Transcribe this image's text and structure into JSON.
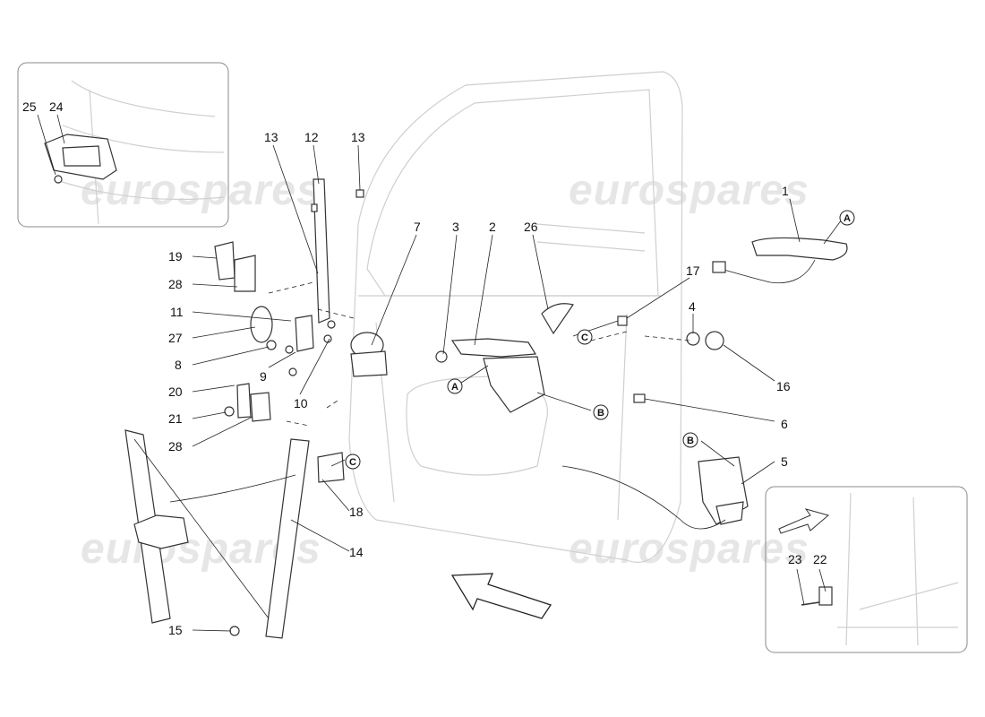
{
  "watermark": "eurospares",
  "callouts": {
    "c1": "1",
    "c2": "2",
    "c3": "3",
    "c4": "4",
    "c5": "5",
    "c6": "6",
    "c7": "7",
    "c8": "8",
    "c9": "9",
    "c10": "10",
    "c11": "11",
    "c12": "12",
    "c13a": "13",
    "c13b": "13",
    "c14": "14",
    "c15": "15",
    "c16": "16",
    "c17": "17",
    "c18": "18",
    "c19": "19",
    "c20": "20",
    "c21": "21",
    "c22": "22",
    "c23": "23",
    "c24": "24",
    "c25": "25",
    "c26": "26",
    "c27": "27",
    "c28a": "28",
    "c28b": "28"
  },
  "refs": {
    "a1": "A",
    "a2": "A",
    "b1": "B",
    "b2": "B",
    "cc1": "C",
    "cc2": "C"
  }
}
